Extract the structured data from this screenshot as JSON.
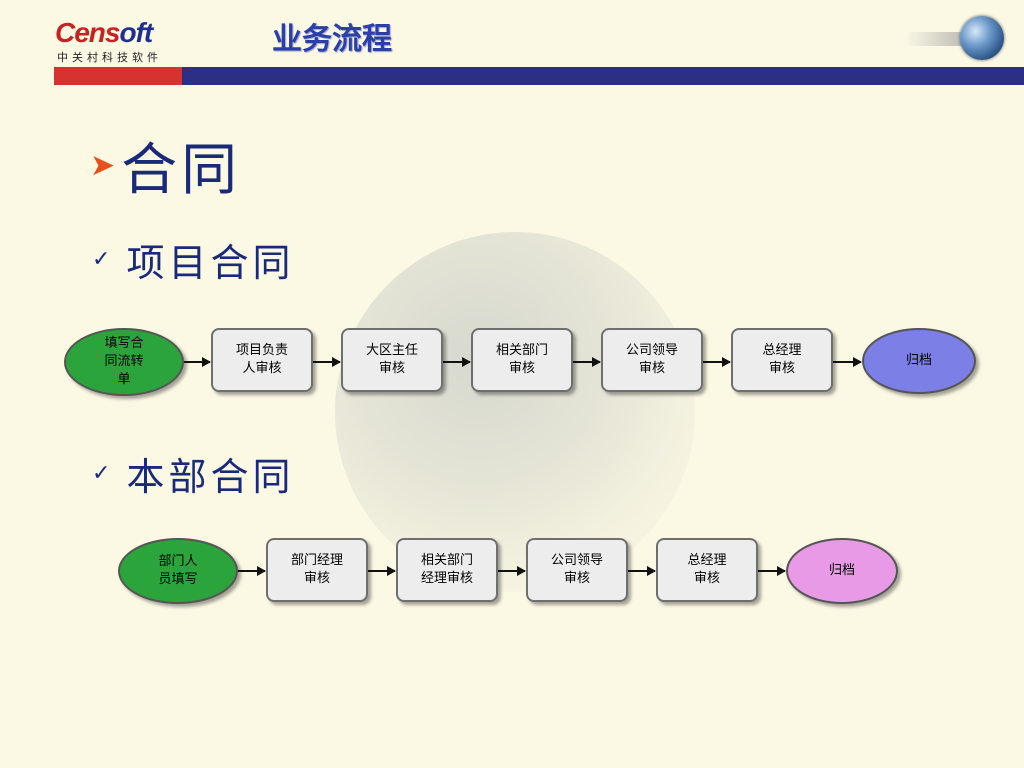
{
  "header": {
    "logo_text_red": "Cens",
    "logo_text_blue": "oft",
    "logo_subtitle": "中关村科技软件",
    "title": "业务流程",
    "accent_red": "#d63230",
    "accent_blue": "#2d2e86"
  },
  "main_heading": "合同",
  "sections": [
    {
      "heading": "项目合同",
      "start": "填写合\n同流转\n单",
      "steps": [
        "项目负责\n人审核",
        "大区主任\n审核",
        "相关部门\n审核",
        "公司领导\n审核",
        "总经理\n审核"
      ],
      "end": "归档"
    },
    {
      "heading": "本部合同",
      "start": "部门人\n员填写",
      "steps": [
        "部门经理\n审核",
        "相关部门\n经理审核",
        "公司领导\n审核",
        "总经理\n审核"
      ],
      "end": "归档"
    }
  ],
  "icons": {
    "main_bullet": "arrow-bullet-icon",
    "sub_bullet": "checkmark-icon",
    "header_globe": "globe-icon"
  }
}
